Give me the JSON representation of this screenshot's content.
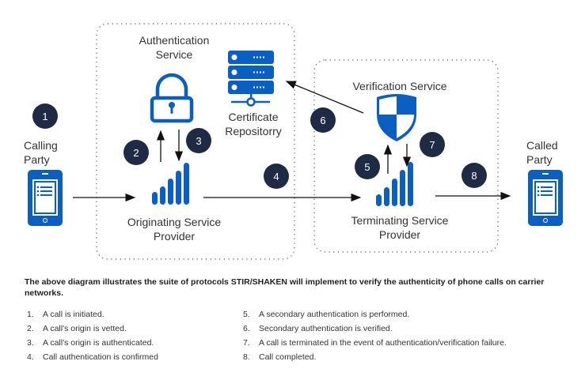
{
  "diagram": {
    "nodes": {
      "calling_party": "Calling\nParty",
      "authentication_service": "Authentication\nService",
      "certificate_repository": "Certificate\nRepositorry",
      "originating_provider": "Originating Service\nProvider",
      "verification_service": "Verification Service",
      "terminating_provider": "Terminating Service\nProvider",
      "called_party": "Called\nParty"
    },
    "badges": [
      "1",
      "2",
      "3",
      "4",
      "5",
      "6",
      "7",
      "8"
    ],
    "colors": {
      "icon_blue": "#0a5fc4",
      "badge": "#1f2a44",
      "arrow": "#111111"
    }
  },
  "caption": "The above diagram illustrates the suite of protocols STIR/SHAKEN will implement to verify the authenticity of phone calls on carrier networks.",
  "steps_left": [
    {
      "num": "1.",
      "text": "A call is initiated."
    },
    {
      "num": "2.",
      "text": "A call's origin is vetted."
    },
    {
      "num": "3.",
      "text": "A call's origin is authenticated."
    },
    {
      "num": "4.",
      "text": "Call authentication is confirmed"
    }
  ],
  "steps_right": [
    {
      "num": "5.",
      "text": "A secondary authentication is performed."
    },
    {
      "num": "6.",
      "text": "Secondary authentication is verified."
    },
    {
      "num": "7.",
      "text": "A call is terminated in the event of authentication/verification failure."
    },
    {
      "num": "8.",
      "text": "Call completed."
    }
  ]
}
